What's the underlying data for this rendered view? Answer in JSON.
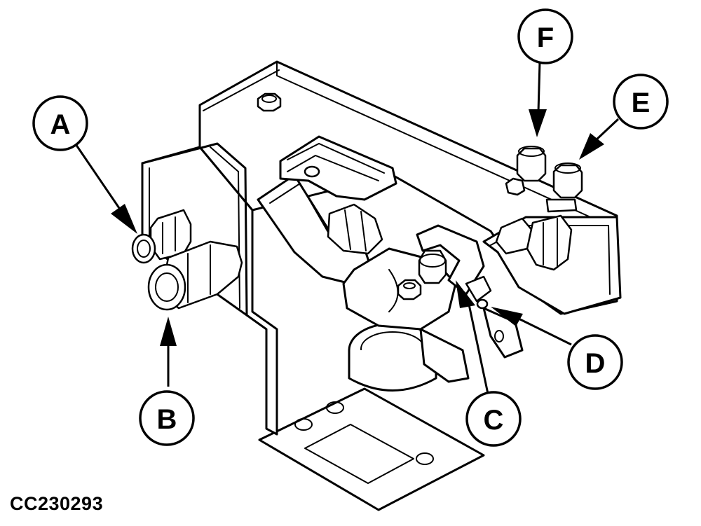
{
  "figure": {
    "id": "CC230293"
  },
  "callouts": [
    {
      "key": "A",
      "label": "A"
    },
    {
      "key": "B",
      "label": "B"
    },
    {
      "key": "C",
      "label": "C"
    },
    {
      "key": "D",
      "label": "D"
    },
    {
      "key": "E",
      "label": "E"
    },
    {
      "key": "F",
      "label": "F"
    }
  ],
  "colors": {
    "line": "#000000",
    "background": "#ffffff"
  }
}
